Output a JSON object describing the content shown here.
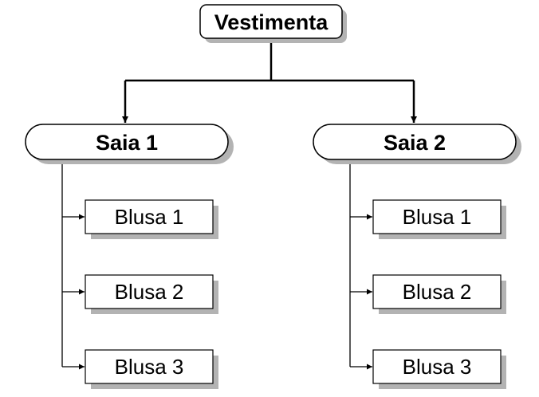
{
  "diagram": {
    "root": {
      "label": "Vestimenta"
    },
    "branches": [
      {
        "label": "Saia 1",
        "children": [
          "Blusa 1",
          "Blusa 2",
          "Blusa 3"
        ]
      },
      {
        "label": "Saia 2",
        "children": [
          "Blusa 1",
          "Blusa 2",
          "Blusa 3"
        ]
      }
    ]
  },
  "colors": {
    "stroke": "#000000",
    "shadow": "#b3b3b3",
    "fill": "#ffffff"
  }
}
